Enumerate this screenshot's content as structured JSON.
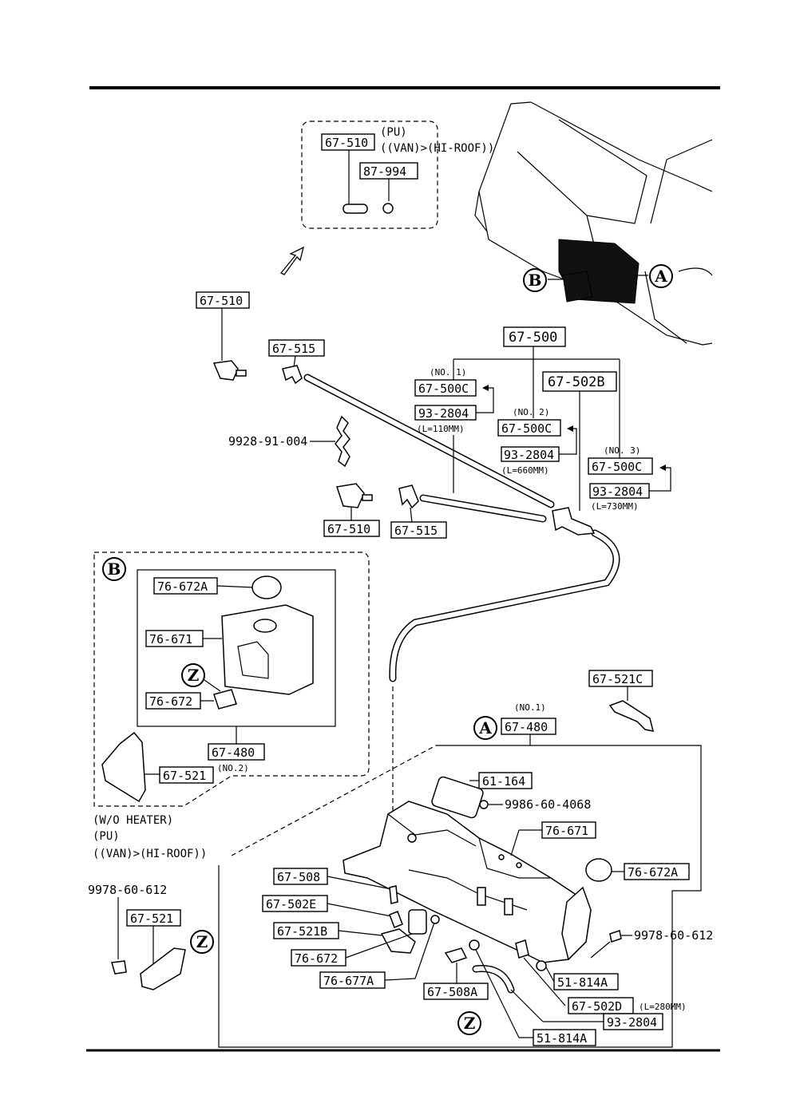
{
  "labels": {
    "l1": "67-510",
    "l2": "87-994",
    "l3": "67-510",
    "l4": "67-515",
    "l5": "67-500",
    "l6": "67-500C",
    "l7": "93-2804",
    "l8": "67-502B",
    "l9": "67-500C",
    "l10": "93-2804",
    "l11": "67-500C",
    "l12": "93-2804",
    "l13": "67-510",
    "l14": "67-515",
    "l15": "76-672A",
    "l16": "76-671",
    "l17": "76-672",
    "l18": "67-480",
    "l19": "67-521",
    "l20": "67-521C",
    "l21": "67-480",
    "l22": "61-164",
    "l23": "76-671",
    "l24": "76-672A",
    "l25": "67-508",
    "l26": "67-502E",
    "l27": "67-521B",
    "l28": "76-672",
    "l29": "76-677A",
    "l30": "67-508A",
    "l31": "51-814A",
    "l32": "67-502D",
    "l33": "93-2804",
    "l34": "51-814A",
    "l35": "67-521"
  },
  "plain": {
    "p_9928": "9928-91-004",
    "p_9986": "9986-60-4068",
    "p_9978a": "9978-60-612",
    "p_9978b": "9978-60-612"
  },
  "notes": {
    "top_pu": "(PU)",
    "top_van": "((VAN)>(HI-ROOF))",
    "no1": "(NO. 1)",
    "no2": "(NO. 2)",
    "no3": "(NO. 3)",
    "l110": "(L=110MM)",
    "l660": "(L=660MM)",
    "l730": "(L=730MM)",
    "no1b": "(NO.1)",
    "no2b": "(NO.2)",
    "l280": "(L=280MM)",
    "heater1": "(W/O HEATER)",
    "heater2": "(PU)",
    "heater3": "((VAN)>(HI-ROOF))"
  },
  "callouts": {
    "A": "A",
    "B": "B",
    "Z": "Z"
  }
}
